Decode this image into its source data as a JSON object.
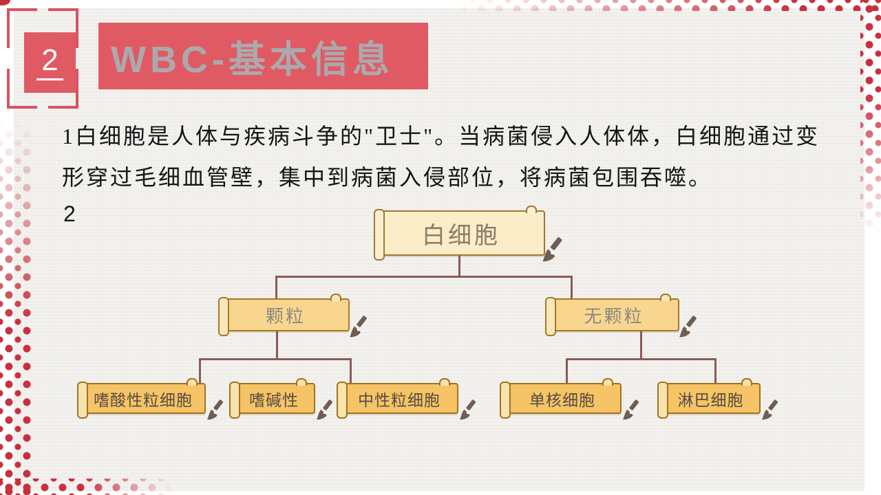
{
  "badge": {
    "number": "2"
  },
  "header": {
    "title": "WBC-基本信息"
  },
  "body": {
    "paragraph": "1白细胞是人体与疾病斗争的\"卫士\"。当病菌侵入人体体，白细胞通过变形穿过毛细血管壁，集中到病菌入侵部位，将病菌包围吞噬。",
    "marker": "2"
  },
  "diagram": {
    "type": "tree",
    "root": "白细胞",
    "children": [
      {
        "label": "颗粒",
        "children": [
          "嗜酸性粒细胞",
          "嗜碱性",
          "中性粒细胞"
        ]
      },
      {
        "label": "无颗粒",
        "children": [
          "单核细胞",
          "淋巴细胞"
        ]
      }
    ]
  },
  "colors": {
    "accent_red": "#E05A64",
    "dots_red": "#C8303E",
    "bracket_red": "#DB5260",
    "title_text_gray": "#ACA9AD",
    "connector_brown": "#8A5A58",
    "scroll_level1_bg": "#FBEDC7",
    "scroll_level2_bg": "#F9D690",
    "scroll_level3_bg": "#F6C466",
    "brush_brown": "#6F5E53"
  }
}
